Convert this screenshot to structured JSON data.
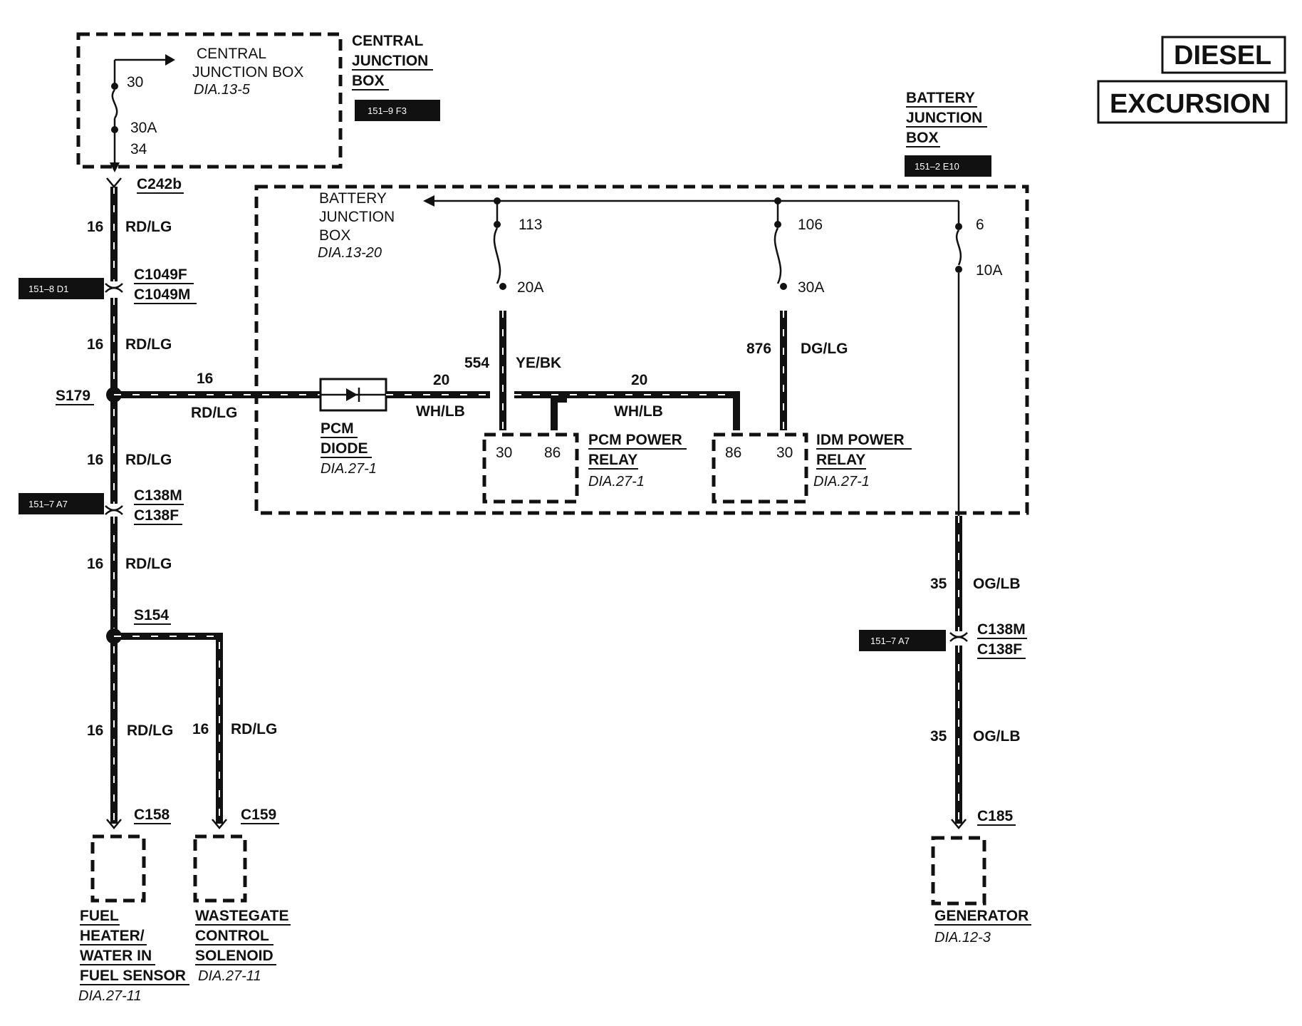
{
  "badges": {
    "diesel": "DIESEL",
    "excursion": "EXCURSION"
  },
  "refs": {
    "cjb": "151–9 F3",
    "bjb": "151–2 E10",
    "c1049": "151–8 D1",
    "c138_left": "151–7 A7",
    "c138_right": "151–7 A7"
  },
  "central_jb": {
    "inner_title_1": "CENTRAL",
    "inner_title_2": "JUNCTION BOX",
    "inner_dia": "DIA.13-5",
    "pin_in": "30",
    "fuse": "30A",
    "pin_out": "34",
    "outer_1": "CENTRAL",
    "outer_2": "JUNCTION",
    "outer_3": "BOX"
  },
  "battery_jb": {
    "outer_1": "BATTERY",
    "outer_2": "JUNCTION",
    "outer_3": "BOX",
    "inner_1": "BATTERY",
    "inner_2": "JUNCTION",
    "inner_3": "BOX",
    "inner_dia": "DIA.13-20",
    "f1_pin": "113",
    "f1_amp": "20A",
    "f2_pin": "106",
    "f2_amp": "30A",
    "f3_pin": "6",
    "f3_amp": "10A"
  },
  "connectors": {
    "c242b": "C242b",
    "c1049f": "C1049F",
    "c1049m": "C1049M",
    "c138m_l": "C138M",
    "c138f_l": "C138F",
    "c138m_r": "C138M",
    "c138f_r": "C138F",
    "c158": "C158",
    "c159": "C159",
    "c185": "C185"
  },
  "splices": {
    "s179": "S179",
    "s154": "S154"
  },
  "wires": {
    "gauge16": "16",
    "rdlg": "RD/LG",
    "gauge20": "20",
    "whlb": "WH/LB",
    "c554": "554",
    "yebk": "YE/BK",
    "c876": "876",
    "dglg": "DG/LG",
    "gauge35": "35",
    "oglb": "OG/LB"
  },
  "pcm_diode": {
    "l1": "PCM",
    "l2": "DIODE",
    "dia": "DIA.27-1"
  },
  "pcm_relay": {
    "l1": "PCM POWER",
    "l2": "RELAY",
    "dia": "DIA.27-1",
    "p30": "30",
    "p86": "86"
  },
  "idm_relay": {
    "l1": "IDM POWER",
    "l2": "RELAY",
    "dia": "DIA.27-1",
    "p86": "86",
    "p30": "30"
  },
  "components": {
    "fuel_1": "FUEL",
    "fuel_2": "HEATER/",
    "fuel_3": "WATER IN",
    "fuel_4": "FUEL SENSOR",
    "fuel_dia": "DIA.27-11",
    "waste_1": "WASTEGATE",
    "waste_2": "CONTROL",
    "waste_3": "SOLENOID",
    "waste_dia": "DIA.27-11",
    "gen_1": "GENERATOR",
    "gen_dia": "DIA.12-3"
  }
}
